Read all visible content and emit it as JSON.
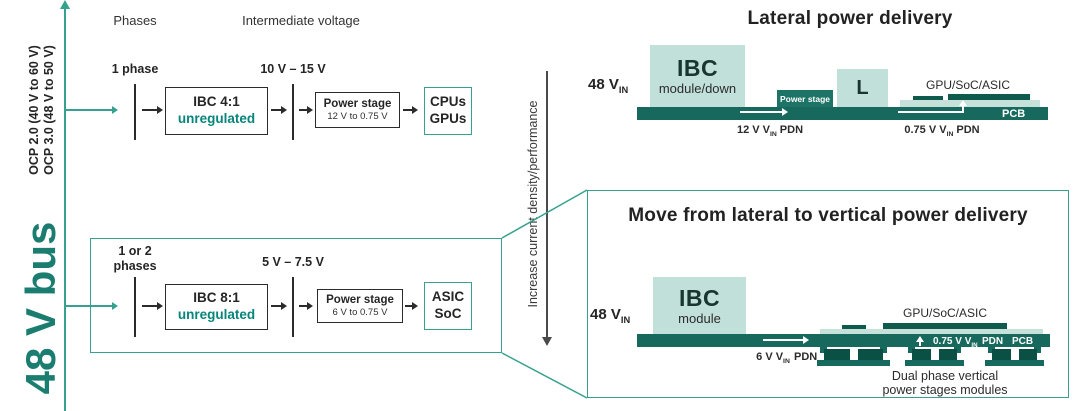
{
  "colors": {
    "dark_teal": "#17695D",
    "light_teal": "#C2E0DA",
    "accent_teal": "#35A18E",
    "bus_text_teal": "#1A7D6F",
    "unregulated_teal": "#07857A",
    "chip_dark": "#0E5A4C",
    "module_block": "#0B5044",
    "text_dark": "#252525"
  },
  "bus": {
    "label": "48 V bus",
    "ocp_line1": "OCP 2.0 (40 V to 60 V)",
    "ocp_line2": "OCP 3.0 (48 V to 50 V)"
  },
  "headers": {
    "phases": "Phases",
    "intermediate": "Intermediate voltage"
  },
  "flow_top": {
    "phase": "1 phase",
    "ibc_line1": "IBC 4:1",
    "ibc_line2": "unregulated",
    "voltage": "10 V – 15 V",
    "ps_line1": "Power stage",
    "ps_line2": "12 V to 0.75 V",
    "load_line1": "CPUs",
    "load_line2": "GPUs"
  },
  "flow_bottom": {
    "phase_line1": "1 or 2",
    "phase_line2": "phases",
    "ibc_line1": "IBC 8:1",
    "ibc_line2": "unregulated",
    "voltage": "5 V – 7.5 V",
    "ps_line1": "Power stage",
    "ps_line2": "6 V to 0.75 V",
    "load_line1": "ASIC",
    "load_line2": "SoC"
  },
  "axis": {
    "increase_label": "Increase current density/performance"
  },
  "lateral": {
    "title": "Lateral power delivery",
    "vin_main": "48 V",
    "vin_sub": "IN",
    "ibc_line1": "IBC",
    "ibc_line2": "module/down",
    "power_stage": "Power stage",
    "l_label": "L",
    "gpu_label": "GPU/SoC/ASIC",
    "pcb_label": "PCB",
    "pdn12": {
      "pre": "12 V V",
      "sub": "IN",
      "post": "PDN"
    },
    "pdn075": {
      "pre": "0.75 V V",
      "sub": "IN",
      "post": "PDN"
    }
  },
  "vertical": {
    "title": "Move from lateral to vertical power delivery",
    "vin_main": "48 V",
    "vin_sub": "IN",
    "ibc_line1": "IBC",
    "ibc_line2": "module",
    "gpu_label": "GPU/SoC/ASIC",
    "pdn6": {
      "pre": "6 V V",
      "sub": "IN"
    },
    "pdn_label": "PDN",
    "bar_075": {
      "pre": "0.75 V V",
      "sub": "IN"
    },
    "bar_pdn": "PDN",
    "bar_pcb": "PCB",
    "caption_line1": "Dual phase vertical",
    "caption_line2": "power stages modules"
  }
}
